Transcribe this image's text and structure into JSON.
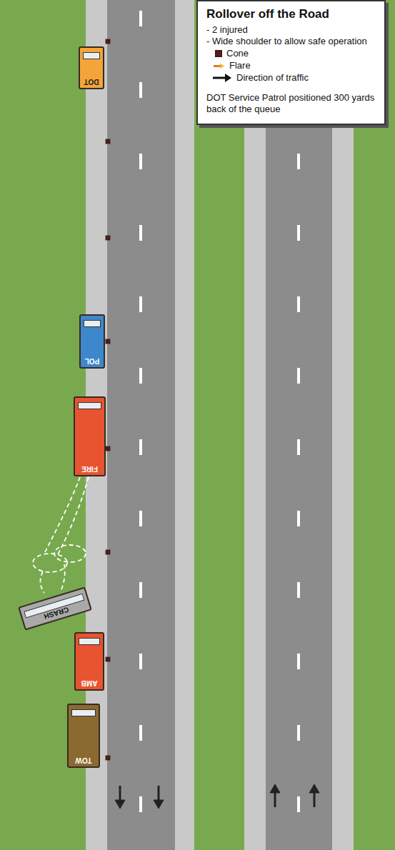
{
  "diagram": {
    "title": "Rollover off the Road",
    "nodes": [
      {
        "text": [
          "DOT"
        ]
      },
      {
        "text": [
          "POL"
        ]
      },
      {
        "text": [
          "FIRE"
        ]
      },
      {
        "text": [
          "CRASH"
        ]
      },
      {
        "text": [
          "AMB"
        ]
      },
      {
        "text": [
          "TOW"
        ]
      }
    ],
    "labels": [
      "- 2 injured",
      "- Wide shoulder to allow safe operation",
      "DOT Service Patrol positioned 300 yards back of the queue"
    ],
    "legend": [
      {
        "text": "Cone",
        "color": "#5a1a14"
      },
      {
        "text": "Flare"
      },
      {
        "text": "Direction of traffic"
      }
    ]
  }
}
